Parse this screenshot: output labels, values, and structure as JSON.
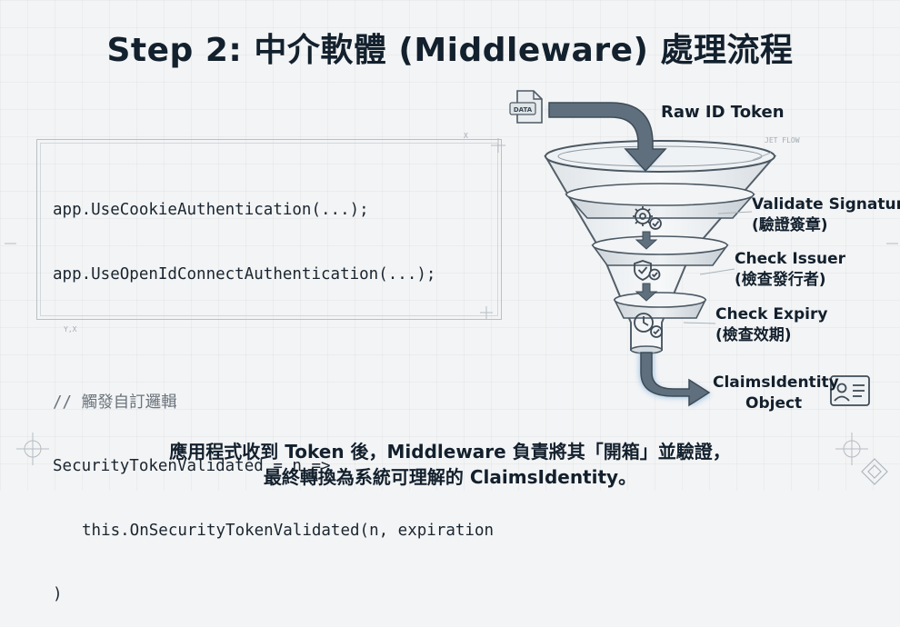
{
  "title": "Step 2: 中介軟體 (Middleware) 處理流程",
  "code": {
    "lines": [
      "app.UseCookieAuthentication(...);",
      "app.UseOpenIdConnectAuthentication(...);",
      "",
      "// 觸發自訂邏輯",
      "SecurityTokenValidated = n =>",
      "this.OnSecurityTokenValidated(n, expiration",
      ")"
    ]
  },
  "diagram": {
    "data_icon_text": "DATA",
    "input_label": "Raw ID Token",
    "watermark": "JET FLOW",
    "steps": [
      {
        "title": "Validate Signature",
        "subtitle": "(驗證簽章)",
        "icon": "gear-check-icon"
      },
      {
        "title": "Check Issuer",
        "subtitle": "(檢查發行者)",
        "icon": "shield-check-icon"
      },
      {
        "title": "Check Expiry",
        "subtitle": "(檢查效期)",
        "icon": "clock-check-icon"
      }
    ],
    "output_label_line1": "ClaimsIdentity",
    "output_label_line2": "Object",
    "output_icon": "id-card-icon"
  },
  "caption": {
    "line1": "應用程式收到 Token 後，Middleware 負責將其「開箱」並驗證，",
    "line2": "最終轉換為系統可理解的 ClaimsIdentity。"
  },
  "colors": {
    "text": "#13202d",
    "arrow_fill": "#5f6f7d",
    "arrow_glow": "#9ec4e6",
    "funnel_stroke": "#4b5863"
  }
}
